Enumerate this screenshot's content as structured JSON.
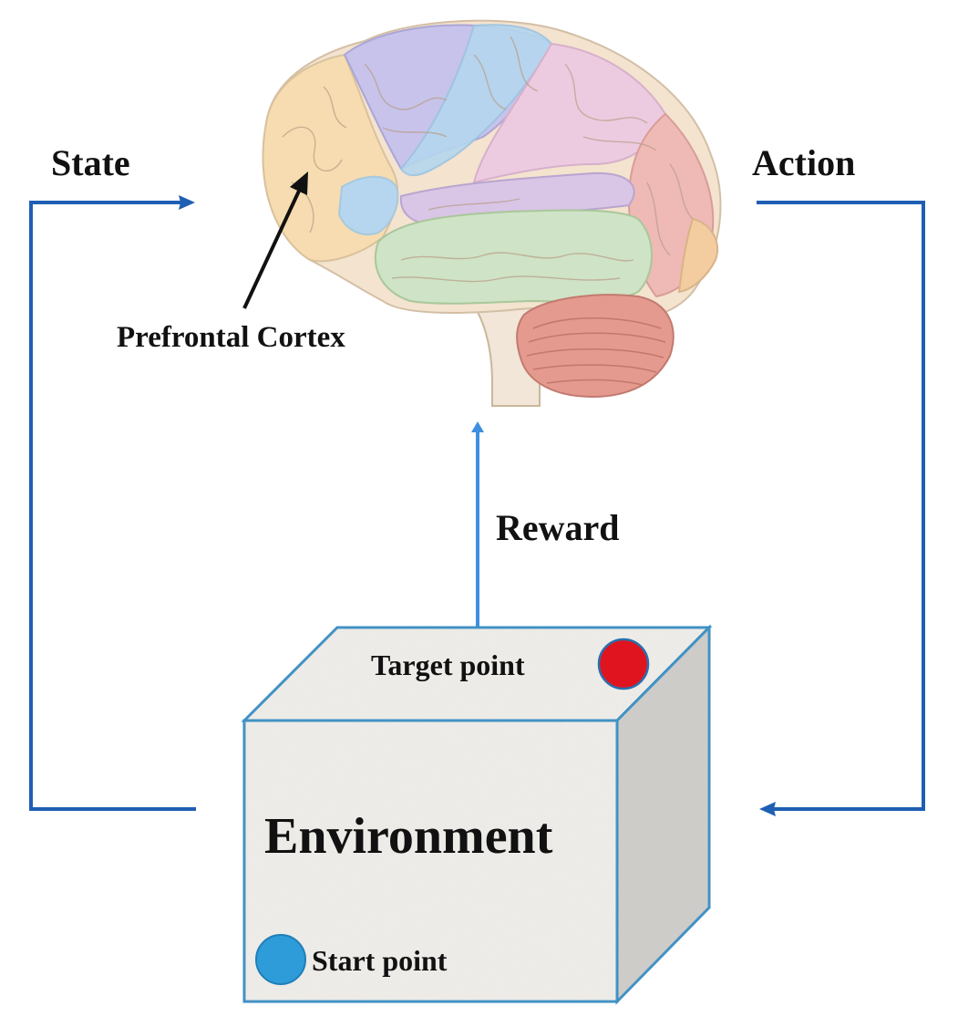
{
  "labels": {
    "state": "State",
    "action": "Action",
    "reward": "Reward",
    "prefrontal_cortex": "Prefrontal Cortex",
    "environment": "Environment",
    "target_point": "Target point",
    "start_point": "Start point"
  },
  "colors": {
    "arrow": "#1f5fb3",
    "reward_arrow": "#3f8fe0",
    "box_edge": "#3a8fc4",
    "box_face": "#f2f0ec",
    "box_side": "#cfcdca",
    "target_dot": "#e0141e",
    "start_dot": "#2e9cd8",
    "frontal_lobe": "#f6dcb0",
    "parietal_lobe": "#c7c3ea",
    "motor_region": "#b5d6ee",
    "temporal_lobe": "#cfe3c6",
    "occipital_lobe": "#efb9b5",
    "cerebellum": "#e49a8e",
    "brainstem": "#f1e6d8"
  }
}
